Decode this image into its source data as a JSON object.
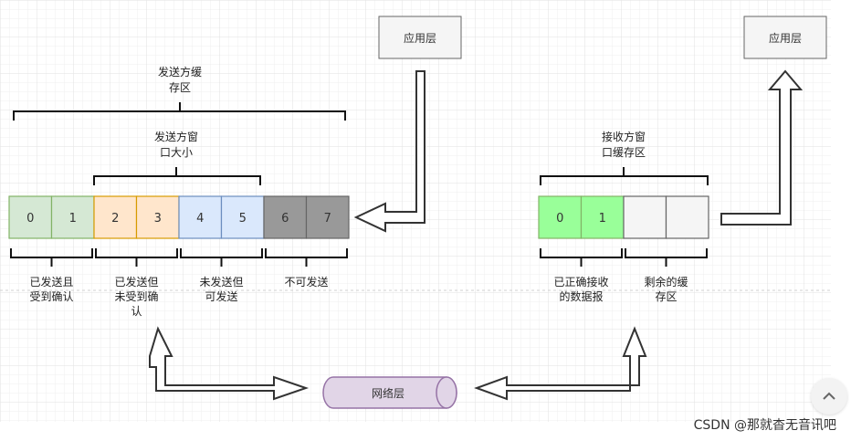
{
  "app_layer_left": "应用层",
  "app_layer_right": "应用层",
  "network_layer": "网络层",
  "send_buffer_label": [
    "发送方缓",
    "存区"
  ],
  "send_window_label": [
    "发送方窗",
    "口大小"
  ],
  "recv_buffer_label": [
    "接收方窗",
    "口缓存区"
  ],
  "send_cells": [
    {
      "text": "0",
      "fill": "#d5e8d4",
      "stroke": "#82b366"
    },
    {
      "text": "1",
      "fill": "#d5e8d4",
      "stroke": "#82b366"
    },
    {
      "text": "2",
      "fill": "#ffe6cc",
      "stroke": "#d79b00"
    },
    {
      "text": "3",
      "fill": "#ffe6cc",
      "stroke": "#d79b00"
    },
    {
      "text": "4",
      "fill": "#dae8fc",
      "stroke": "#6c8ebf"
    },
    {
      "text": "5",
      "fill": "#dae8fc",
      "stroke": "#6c8ebf"
    },
    {
      "text": "6",
      "fill": "#999999",
      "stroke": "#666666"
    },
    {
      "text": "7",
      "fill": "#999999",
      "stroke": "#666666"
    }
  ],
  "recv_cells": [
    {
      "text": "0",
      "fill": "#99ff99",
      "stroke": "#82b366"
    },
    {
      "text": "1",
      "fill": "#99ff99",
      "stroke": "#82b366"
    },
    {
      "text": "",
      "fill": "#f5f5f5",
      "stroke": "#666666"
    },
    {
      "text": "",
      "fill": "#f5f5f5",
      "stroke": "#666666"
    }
  ],
  "send_groups": [
    {
      "lines": [
        "已发送且",
        "受到确认"
      ]
    },
    {
      "lines": [
        "已发送但",
        "未受到确",
        "认"
      ]
    },
    {
      "lines": [
        "未发送但",
        "可发送"
      ]
    },
    {
      "lines": [
        "不可发送"
      ]
    }
  ],
  "recv_groups": [
    {
      "lines": [
        "已正确接收",
        "的数据报"
      ]
    },
    {
      "lines": [
        "剩余的缓",
        "存区"
      ]
    }
  ],
  "watermark": "CSDN @那就杳无音讯吧",
  "scroll_top_icon": "chevron-up-icon"
}
